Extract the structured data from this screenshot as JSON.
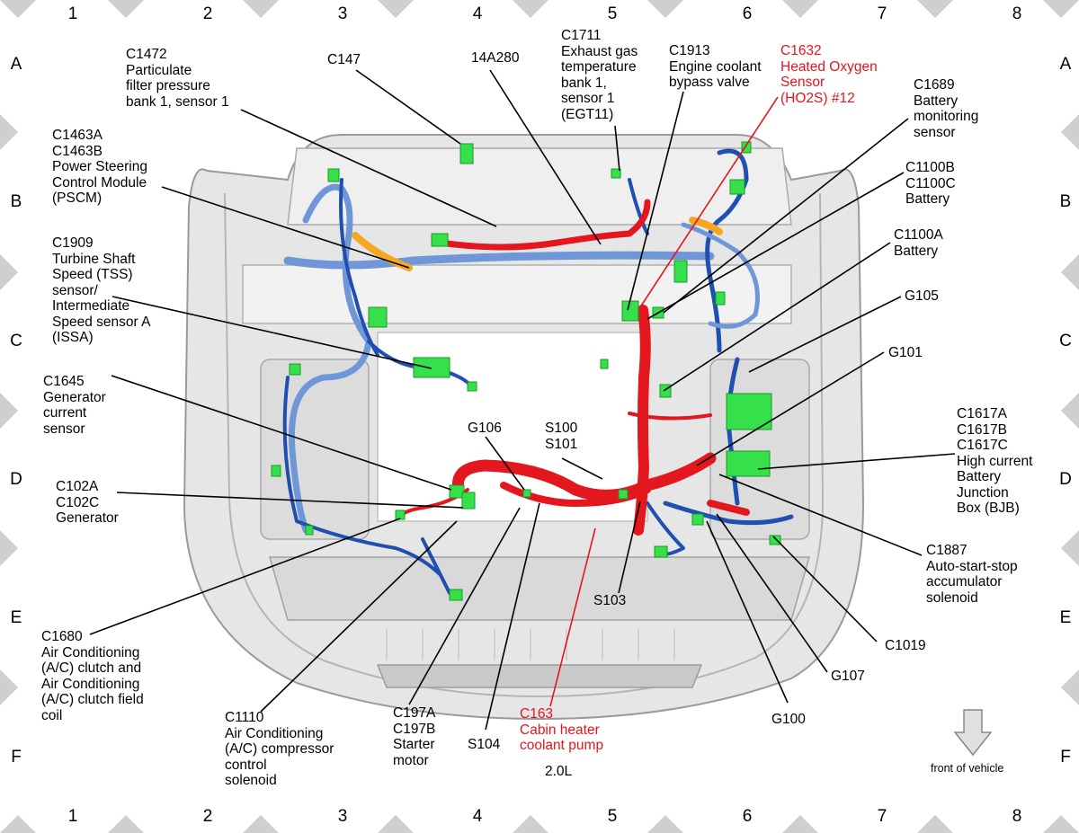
{
  "grid": {
    "columns": [
      "1",
      "2",
      "3",
      "4",
      "5",
      "6",
      "7",
      "8"
    ],
    "rows": [
      "A",
      "B",
      "C",
      "D",
      "E",
      "F"
    ]
  },
  "colors": {
    "harness_red": "#e3171d",
    "harness_blue": "#1f4fb0",
    "harness_light_blue": "#6f97d8",
    "connector_green": "#35e04a",
    "connector_orange": "#f5a623",
    "callout_red": "#e8141b",
    "body_gray": "#d9d9d9"
  },
  "callouts": [
    {
      "id": "c1472",
      "text": "C1472\nParticulate\nfilter pressure\nbank 1, sensor 1",
      "red": false
    },
    {
      "id": "c147",
      "text": "C147",
      "red": false
    },
    {
      "id": "14a280",
      "text": "14A280",
      "red": false
    },
    {
      "id": "c1711",
      "text": "C1711\nExhaust gas\ntemperature\nbank 1,\nsensor 1\n(EGT11)",
      "red": false
    },
    {
      "id": "c1913",
      "text": "C1913\nEngine coolant\nbypass valve",
      "red": false
    },
    {
      "id": "c1632",
      "text": "C1632\nHeated Oxygen\nSensor\n(HO2S) #12",
      "red": true
    },
    {
      "id": "c1689",
      "text": "C1689\nBattery\nmonitoring\nsensor",
      "red": false
    },
    {
      "id": "c1463",
      "text": "C1463A\nC1463B\nPower Steering\nControl Module\n(PSCM)",
      "red": false
    },
    {
      "id": "c1100bc",
      "text": "C1100B\nC1100C\nBattery",
      "red": false
    },
    {
      "id": "c1909",
      "text": "C1909\nTurbine Shaft\nSpeed (TSS)\nsensor/\nIntermediate\nSpeed sensor A\n(ISSA)",
      "red": false
    },
    {
      "id": "c1100a",
      "text": "C1100A\nBattery",
      "red": false
    },
    {
      "id": "g105",
      "text": "G105",
      "red": false
    },
    {
      "id": "g101",
      "text": "G101",
      "red": false
    },
    {
      "id": "c1645",
      "text": "C1645\nGenerator\ncurrent\nsensor",
      "red": false
    },
    {
      "id": "g106",
      "text": "G106",
      "red": false
    },
    {
      "id": "s100",
      "text": "S100\nS101",
      "red": false
    },
    {
      "id": "c1617",
      "text": "C1617A\nC1617B\nC1617C\nHigh current\nBattery\nJunction\nBox (BJB)",
      "red": false
    },
    {
      "id": "c102",
      "text": "C102A\nC102C\nGenerator",
      "red": false
    },
    {
      "id": "c1887",
      "text": "C1887\nAuto-start-stop\naccumulator\nsolenoid",
      "red": false
    },
    {
      "id": "s103",
      "text": "S103",
      "red": false
    },
    {
      "id": "c1680",
      "text": "C1680\nAir Conditioning\n(A/C) clutch and\nAir Conditioning\n(A/C) clutch field\ncoil",
      "red": false
    },
    {
      "id": "c1019",
      "text": "C1019",
      "red": false
    },
    {
      "id": "g107",
      "text": "G107",
      "red": false
    },
    {
      "id": "c1110",
      "text": "C1110\nAir Conditioning\n(A/C) compressor\ncontrol\nsolenoid",
      "red": false
    },
    {
      "id": "c197",
      "text": "C197A\nC197B\nStarter\nmotor",
      "red": false
    },
    {
      "id": "s104",
      "text": "S104",
      "red": false
    },
    {
      "id": "c163",
      "text": "C163\nCabin heater\ncoolant pump",
      "red": true
    },
    {
      "id": "g100",
      "text": "G100",
      "red": false
    }
  ],
  "engine_label": "2.0L",
  "front_label": "front of vehicle",
  "front_icon": "down-arrow-icon"
}
